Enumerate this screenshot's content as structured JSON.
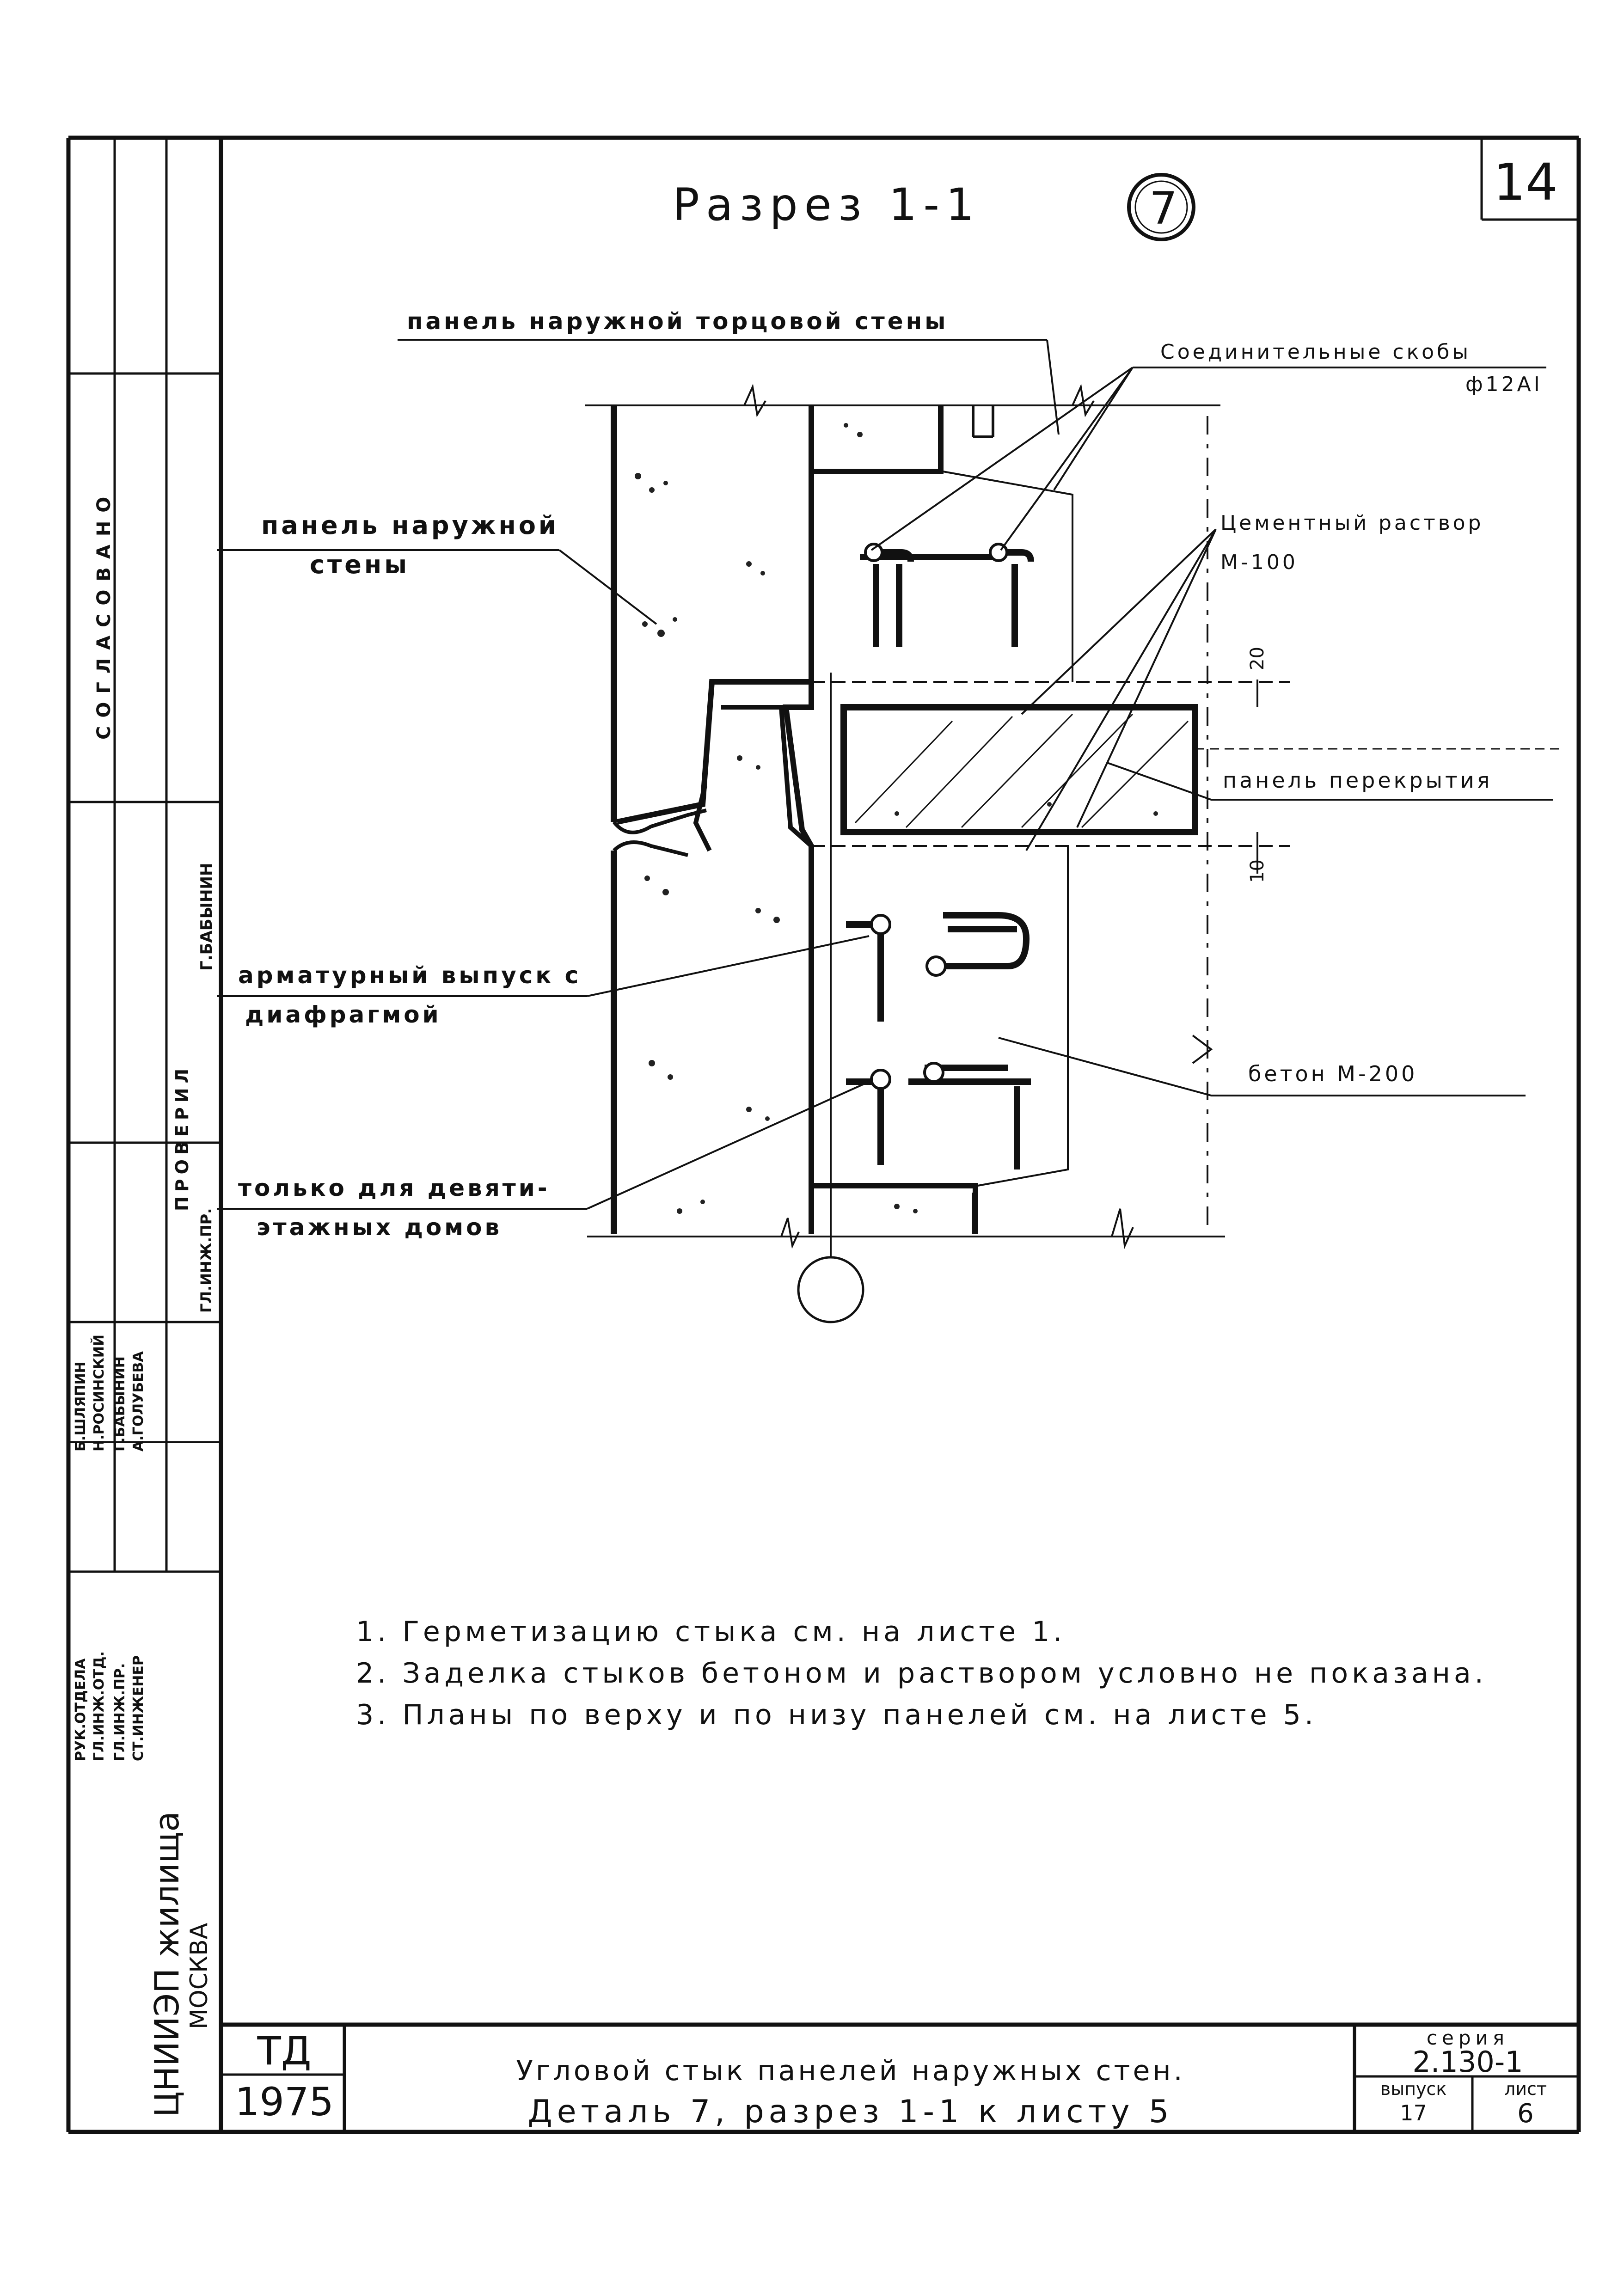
{
  "sheet_number": "14",
  "title": "Разрез 1-1",
  "detail_marker": "7",
  "labels": {
    "end_wall_panel": "панель наружной торцовой стены",
    "connecting_brackets": "Соединительные скобы",
    "bracket_spec": "ф12АI",
    "cement_mortar": "Цементный раствор",
    "mortar_grade": "М-100",
    "outer_wall_panel_1": "панель наружной",
    "outer_wall_panel_2": "стены",
    "dim_20_top": "20",
    "dim_10_bottom": "10",
    "floor_panel": "панель перекрытия",
    "rebar_outlet_1": "арматурный выпуск с",
    "rebar_outlet_2": "диафрагмой",
    "concrete": "бетон М-200",
    "nine_storey_1": "только для девяти-",
    "nine_storey_2": "этажных домов"
  },
  "notes": [
    "1. Герметизацию стыка см. на листе 1.",
    "2. Заделка стыков бетоном и раствором условно не показана.",
    "3. Планы по верху и по низу панелей см. на листе 5."
  ],
  "side_stamp": {
    "agreed": "СОГЛАСОВАНО",
    "checked": "ПРОВЕРИЛ",
    "checker_name": "Г.БАБЫНИН",
    "chief_eng": "ГЛ.ИНЖ.ПР.",
    "roles": [
      "РУК.ОТДЕЛА",
      "ГЛ.ИНЖ.ОТД.",
      "ГЛ.ИНЖ.ПР.",
      "СТ.ИНЖЕНЕР"
    ],
    "names": [
      "Б.ШЛЯПИН",
      "Н.РОСИНСКИЙ",
      "Г.БАБЫНИН",
      "А.ГОЛУБЕВА"
    ],
    "org": "ЦНИИЭП жилища",
    "city": "МОСКВА"
  },
  "title_block": {
    "code": "ТД",
    "year": "1975",
    "line1": "Угловой стык панелей наружных стен.",
    "line2": "Деталь 7, разрез 1-1 к листу 5",
    "series_label": "серия",
    "series": "2.130-1",
    "issue_label": "выпуск",
    "issue": "17",
    "sheet_label": "лист",
    "sheet": "6"
  }
}
